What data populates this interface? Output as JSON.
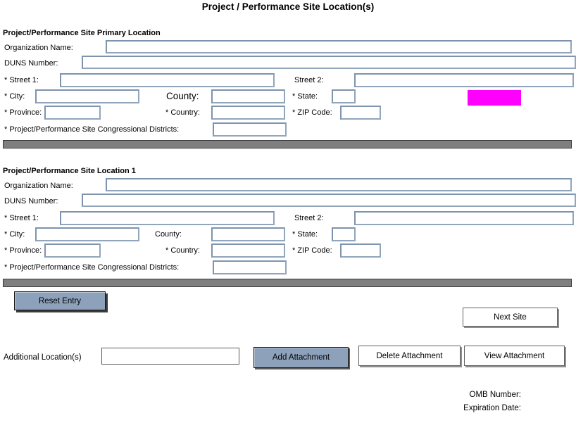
{
  "title": "Project / Performance Site Location(s)",
  "colors": {
    "input_border": "#91a5bd",
    "separator_bar": "#7f7f7f",
    "blue_button": "#8da1bb",
    "highlight_box": "#ff00ff"
  },
  "sections": [
    {
      "header": "Project/Performance Site Primary Location",
      "org_label": "Organization Name:",
      "duns_label": "DUNS Number:",
      "street1_label": "* Street 1:",
      "street2_label": "Street 2:",
      "city_label": "* City:",
      "county_label": "County:",
      "state_label": "* State:",
      "province_label": "* Province:",
      "country_label": "* Country:",
      "zip_label": "* ZIP Code:",
      "congressional_label": "* Project/Performance Site Congressional Districts:",
      "values": {
        "org": "",
        "duns": "",
        "street1": "",
        "street2": "",
        "city": "",
        "county": "",
        "state": "",
        "province": "",
        "country": "",
        "zip": "",
        "congressional": ""
      }
    },
    {
      "header": "Project/Performance Site Location 1",
      "org_label": "Organization Name:",
      "duns_label": "DUNS Number:",
      "street1_label": "* Street 1:",
      "street2_label": "Street 2:",
      "city_label": "* City:",
      "county_label": "County:",
      "state_label": "* State:",
      "province_label": "* Province:",
      "country_label": "* Country:",
      "zip_label": "* ZIP Code:",
      "congressional_label": "* Project/Performance Site Congressional Districts:",
      "values": {
        "org": "",
        "duns": "",
        "street1": "",
        "street2": "",
        "city": "",
        "county": "",
        "state": "",
        "province": "",
        "country": "",
        "zip": "",
        "congressional": ""
      }
    }
  ],
  "buttons": {
    "reset": "Reset Entry",
    "next_site": "Next Site",
    "add_attachment": "Add Attachment",
    "delete_attachment": "Delete Attachment",
    "view_attachment": "View Attachment"
  },
  "additional": {
    "label": "Additional Location(s)",
    "value": ""
  },
  "footer": {
    "omb_label": "OMB Number:",
    "expiration_label": "Expiration Date:"
  }
}
